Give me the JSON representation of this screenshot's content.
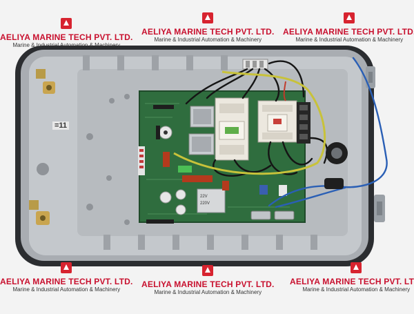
{
  "watermark": {
    "company": "AELIYA MARINE TECH PVT. LTD.",
    "tagline": "Marine & Industrial Automation & Machinery"
  },
  "enclosure": {
    "label": "=11"
  },
  "colors": {
    "enclosure_gray": "#b8bcc0",
    "pcb_green": "#2e6b3c",
    "contactor_white": "#eeeae2",
    "wire_blue": "#2a5fb5",
    "wire_yellow_green": "#c8c23a",
    "brand_red": "#d7232f"
  }
}
